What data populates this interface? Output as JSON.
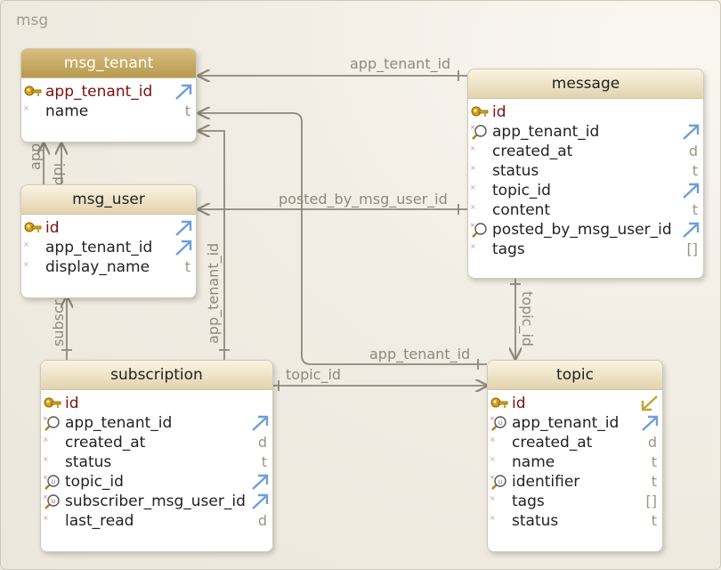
{
  "group": {
    "label": "msg"
  },
  "tables": {
    "msg_tenant": {
      "name": "msg_tenant",
      "columns": [
        {
          "name": "app_tenant_id",
          "kind": "pk",
          "type": "fk-out"
        },
        {
          "name": "name",
          "kind": "col",
          "type": "t"
        }
      ]
    },
    "msg_user": {
      "name": "msg_user",
      "columns": [
        {
          "name": "id",
          "kind": "pk",
          "type": "fk-out"
        },
        {
          "name": "app_tenant_id",
          "kind": "col",
          "type": "fk-out"
        },
        {
          "name": "display_name",
          "kind": "col",
          "type": "t"
        }
      ]
    },
    "message": {
      "name": "message",
      "columns": [
        {
          "name": "id",
          "kind": "pk",
          "type": ""
        },
        {
          "name": "app_tenant_id",
          "kind": "idx",
          "type": "fk-out"
        },
        {
          "name": "created_at",
          "kind": "col",
          "type": "d"
        },
        {
          "name": "status",
          "kind": "col",
          "type": "t"
        },
        {
          "name": "topic_id",
          "kind": "col",
          "type": "fk-out"
        },
        {
          "name": "content",
          "kind": "col",
          "type": "t"
        },
        {
          "name": "posted_by_msg_user_id",
          "kind": "idx",
          "type": "fk-out"
        },
        {
          "name": "tags",
          "kind": "col",
          "type": "[]"
        }
      ]
    },
    "subscription": {
      "name": "subscription",
      "columns": [
        {
          "name": "id",
          "kind": "pk",
          "type": ""
        },
        {
          "name": "app_tenant_id",
          "kind": "idx",
          "type": "fk-out"
        },
        {
          "name": "created_at",
          "kind": "col",
          "type": "d"
        },
        {
          "name": "status",
          "kind": "col",
          "type": "t"
        },
        {
          "name": "topic_id",
          "kind": "uidx",
          "type": "fk-out"
        },
        {
          "name": "subscriber_msg_user_id",
          "kind": "uidx",
          "type": "fk-out"
        },
        {
          "name": "last_read",
          "kind": "col",
          "type": "d"
        }
      ]
    },
    "topic": {
      "name": "topic",
      "columns": [
        {
          "name": "id",
          "kind": "pk",
          "type": "fk-in"
        },
        {
          "name": "app_tenant_id",
          "kind": "uidx",
          "type": "fk-out"
        },
        {
          "name": "created_at",
          "kind": "col",
          "type": "d"
        },
        {
          "name": "name",
          "kind": "col",
          "type": "t"
        },
        {
          "name": "identifier",
          "kind": "uidx",
          "type": "t"
        },
        {
          "name": "tags",
          "kind": "col",
          "type": "[]"
        },
        {
          "name": "status",
          "kind": "col",
          "type": "t"
        }
      ]
    }
  },
  "relations": [
    {
      "label": "app_tenant_id",
      "from": "message",
      "to": "msg_tenant"
    },
    {
      "label": "app_tenant_id",
      "from": "msg_user",
      "to": "msg_tenant"
    },
    {
      "label": "id",
      "from": "msg_user",
      "to": "msg_tenant"
    },
    {
      "label": "posted_by_msg_user_id",
      "from": "message",
      "to": "msg_user"
    },
    {
      "label": "app_tenant_id",
      "from": "subscription",
      "to": "msg_tenant"
    },
    {
      "label": "subscriber_msg_user_id",
      "from": "subscription",
      "to": "msg_user"
    },
    {
      "label": "topic_id",
      "from": "subscription",
      "to": "topic"
    },
    {
      "label": "app_tenant_id",
      "from": "topic",
      "to": "msg_tenant"
    },
    {
      "label": "topic_id",
      "from": "message",
      "to": "topic"
    }
  ],
  "colors": {
    "selected_header": "#c9ad62",
    "header": "#e9dcbc",
    "pk_text": "#7a1010",
    "link": "#8e887b",
    "fk_out_arrow": "#6f9ed8",
    "fk_in_arrow": "#c2a636"
  }
}
